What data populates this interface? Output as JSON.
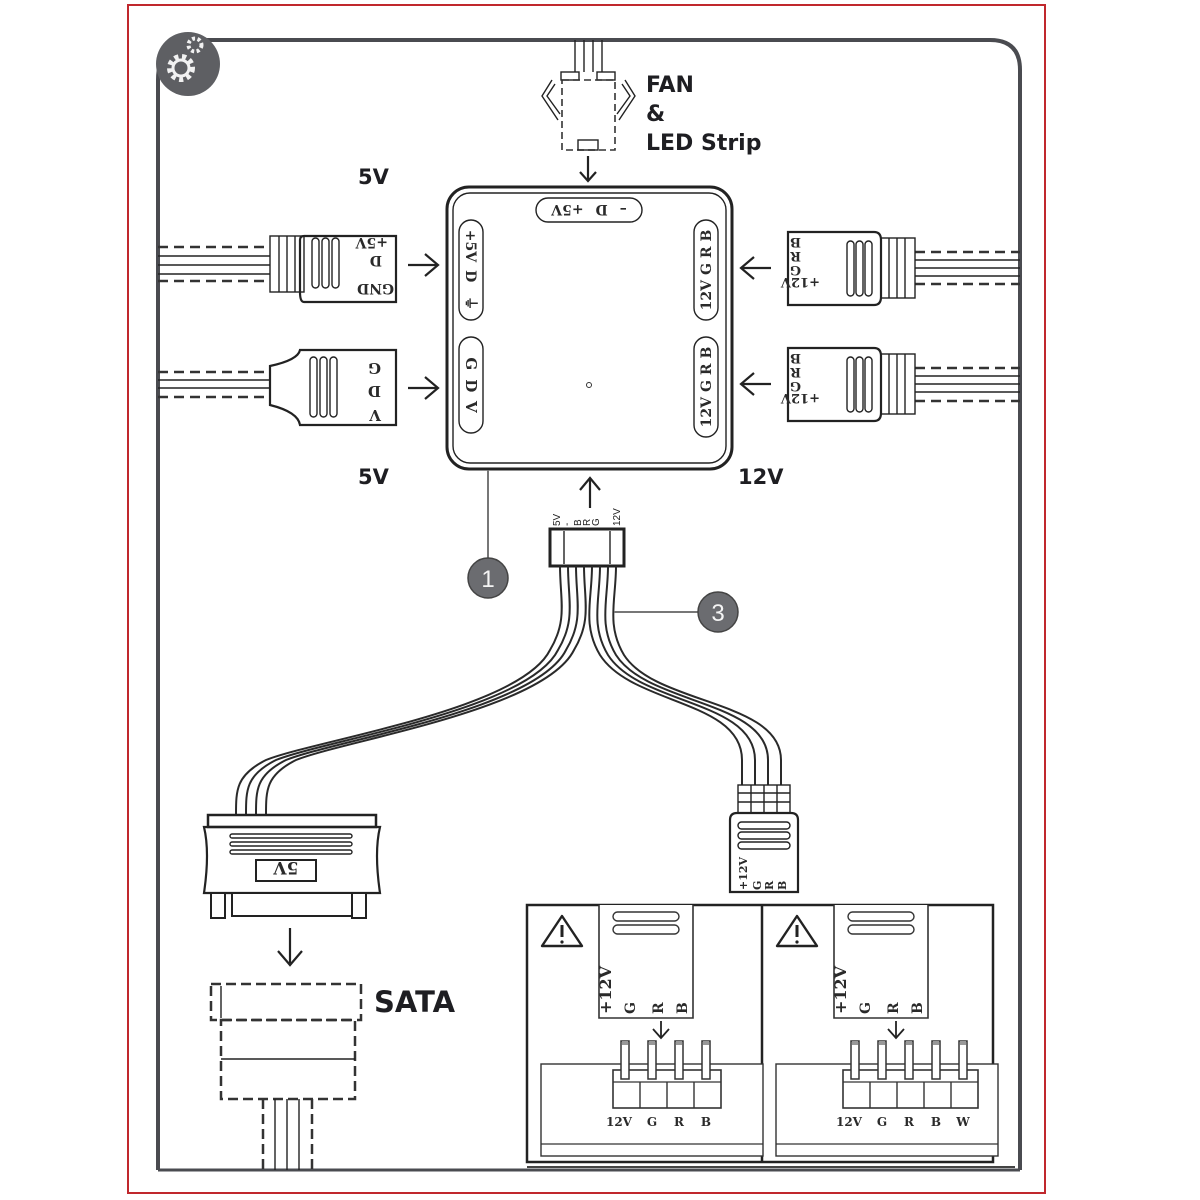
{
  "labels": {
    "fan_led": [
      "FAN",
      "&",
      "LED Strip"
    ],
    "top_left_voltage": "5V",
    "bottom_left_voltage": "5V",
    "bottom_right_voltage": "12V",
    "sata": "SATA",
    "sata_plug_label": "5V"
  },
  "hub": {
    "top_port": [
      "+5V",
      "D",
      "–"
    ],
    "left_upper_port": [
      "+5V",
      "D",
      "⏚"
    ],
    "left_lower_port": [
      "G",
      "D",
      "V"
    ],
    "right_upper_port": [
      "12V",
      "G",
      "R",
      "B"
    ],
    "right_lower_port": [
      "12V",
      "G",
      "R",
      "B"
    ]
  },
  "connectors": {
    "left_upper": [
      "+5V",
      "D",
      "GND"
    ],
    "left_lower": [
      "G",
      "D",
      "V"
    ],
    "right_upper": [
      "B",
      "R",
      "G",
      "+12V"
    ],
    "right_lower": [
      "B",
      "R",
      "G",
      "+12V"
    ],
    "cable_plug": [
      "+12V",
      "G",
      "R",
      "B"
    ],
    "cable_header_pins": [
      "5V",
      "-",
      "B",
      "R",
      "G",
      "12V"
    ]
  },
  "callouts": [
    {
      "number": "1",
      "target": "hub"
    },
    {
      "number": "3",
      "target": "cable"
    }
  ],
  "panels": [
    {
      "plug_pins": [
        "+12V",
        "G",
        "R",
        "B"
      ],
      "header_pins": [
        "12V",
        "G",
        "R",
        "B"
      ]
    },
    {
      "plug_pins": [
        "+12V",
        "G",
        "R",
        "B"
      ],
      "header_pins": [
        "12V",
        "G",
        "R",
        "B",
        "W"
      ]
    }
  ],
  "icons": {
    "badge": "gears-icon",
    "warning": "warning-icon"
  },
  "colors": {
    "outer_border": "#c0282d",
    "frame": "#4a4b50",
    "badge_fill": "#5e5f63",
    "callout_fill": "#6b6c70"
  }
}
